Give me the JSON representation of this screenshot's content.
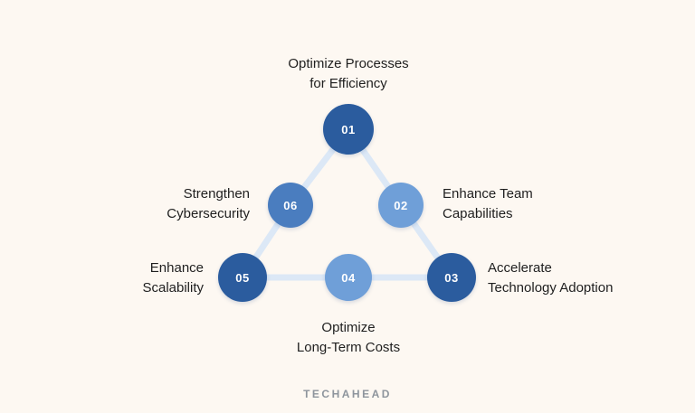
{
  "colors": {
    "background": "#fdf8f2",
    "dark_blue": "#2b5c9e",
    "medium_blue": "#4a7dbf",
    "light_blue": "#6f9fd8",
    "connector": "#dce8f6",
    "text": "#1f1f1f",
    "brand_gray": "#8e959d"
  },
  "nodes": [
    {
      "number": "01",
      "shade": "dark",
      "label_line1": "Optimize Processes",
      "label_line2": "for Efficiency"
    },
    {
      "number": "02",
      "shade": "light",
      "label_line1": "Enhance Team",
      "label_line2": "Capabilities"
    },
    {
      "number": "03",
      "shade": "dark",
      "label_line1": "Accelerate",
      "label_line2": "Technology Adoption"
    },
    {
      "number": "04",
      "shade": "light",
      "label_line1": "Optimize",
      "label_line2": "Long-Term Costs"
    },
    {
      "number": "05",
      "shade": "dark",
      "label_line1": "Enhance",
      "label_line2": "Scalability"
    },
    {
      "number": "06",
      "shade": "medium",
      "label_line1": "Strengthen",
      "label_line2": "Cybersecurity"
    }
  ],
  "footer": {
    "brand": "TECHAHEAD"
  }
}
